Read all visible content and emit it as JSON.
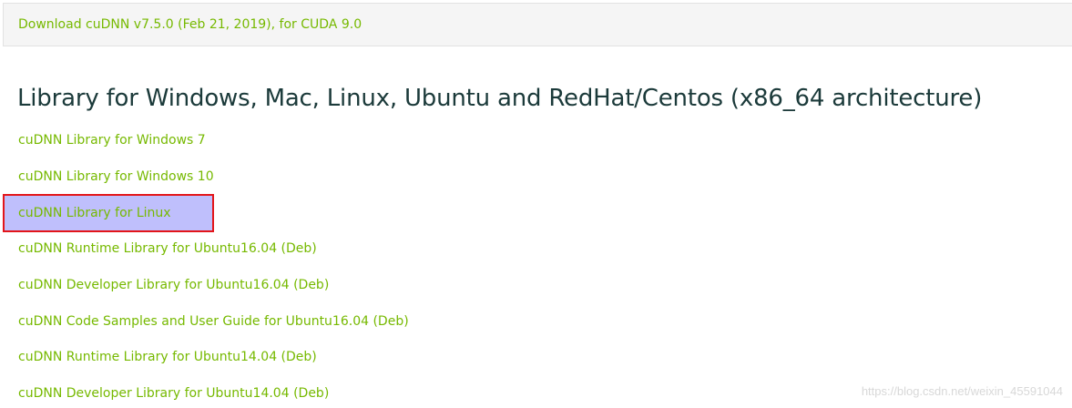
{
  "download_bar": {
    "link_text": "Download cuDNN v7.5.0 (Feb 21, 2019), for CUDA 9.0"
  },
  "section": {
    "heading": "Library for Windows, Mac, Linux, Ubuntu and RedHat/Centos (x86_64 architecture)",
    "items": [
      {
        "label": "cuDNN Library for Windows 7"
      },
      {
        "label": "cuDNN Library for Windows 10"
      },
      {
        "label": "cuDNN Library for Linux",
        "highlighted": true
      },
      {
        "label": "cuDNN Runtime Library for Ubuntu16.04 (Deb)"
      },
      {
        "label": "cuDNN Developer Library for Ubuntu16.04 (Deb)"
      },
      {
        "label": "cuDNN Code Samples and User Guide for Ubuntu16.04 (Deb)"
      },
      {
        "label": "cuDNN Runtime Library for Ubuntu14.04 (Deb)"
      },
      {
        "label": "cuDNN Developer Library for Ubuntu14.04 (Deb)"
      }
    ]
  },
  "watermark": {
    "text": "https://blog.csdn.net/weixin_45591044"
  },
  "colors": {
    "link": "#76b900",
    "heading": "#1b3a3a",
    "highlight_fill": "#bfbffc",
    "highlight_border": "#e3151a",
    "download_bar_bg": "#f5f5f5"
  }
}
